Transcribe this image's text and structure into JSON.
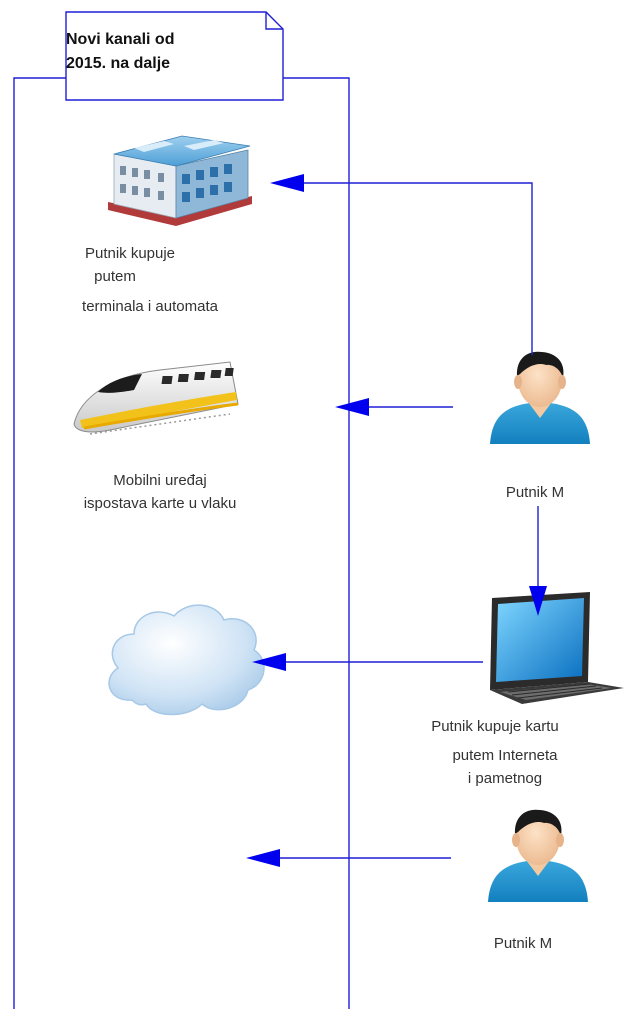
{
  "note": {
    "title_line1": "Novi kanali od",
    "title_line2": "2015. na dalje"
  },
  "labels": {
    "terminal_line1": "Putnik kupuje",
    "terminal_line2": "putem",
    "terminal_line3": "terminala i automata",
    "train_line1": "Mobilni uređaj",
    "train_line2": "ispostava karte u vlaku",
    "person1": "Putnik M",
    "laptop_line1": "Putnik kupuje kartu",
    "laptop_line2": "putem Interneta",
    "laptop_line3": "i pametnog",
    "person2": "Putnik M"
  },
  "colors": {
    "line": "#1f1fd6",
    "arrow": "#0000ee",
    "note_fill": "#ffffff"
  },
  "icons": [
    "building-icon",
    "train-icon",
    "person-icon",
    "cloud-icon",
    "laptop-icon",
    "person-icon"
  ]
}
